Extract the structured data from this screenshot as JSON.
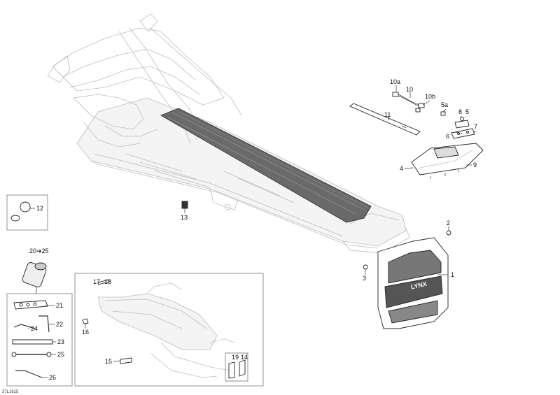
{
  "diagram_code": "37L1615",
  "callouts": {
    "c1": "1",
    "c2": "2",
    "c3": "3",
    "c4": "4",
    "c5": "5",
    "c5a": "5a",
    "c6": "6",
    "c7": "7",
    "c8": "8",
    "c9": "9",
    "c10": "10",
    "c10a": "10a",
    "c10b": "10b",
    "c11": "11",
    "c12": "12",
    "c13": "13",
    "c14": "14",
    "c15": "15",
    "c16": "16",
    "c17": "17",
    "c18": "18",
    "c19": "19",
    "c20_25": "20➔25",
    "c21": "21",
    "c22": "22",
    "c23": "23",
    "c24": "24",
    "c25": "25",
    "c26": "26"
  },
  "flap_brand": "LYNX",
  "colors": {
    "line": "#222222",
    "ghost": "#bdbdbd",
    "belt": "#555555"
  }
}
